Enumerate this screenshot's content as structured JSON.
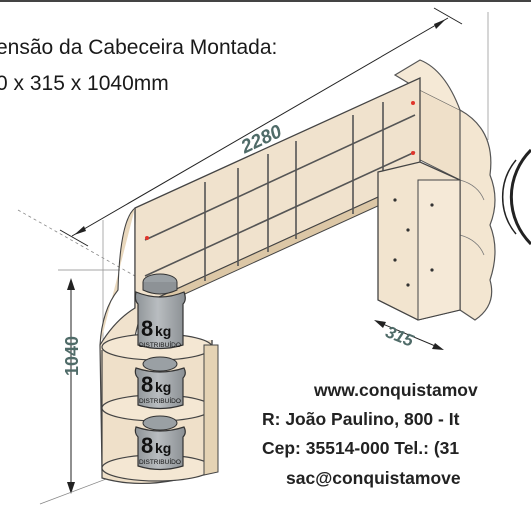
{
  "title": "ensão da Cabeceira Montada:",
  "dimensions_line": "0 x 315 x 1040mm",
  "measurements": {
    "length": "2280",
    "depth": "315",
    "height": "1040"
  },
  "weights": [
    {
      "value": "8",
      "unit": "kg",
      "note": "DISTRIBUÍDO"
    },
    {
      "value": "8",
      "unit": "kg",
      "note": "DISTRIBUÍDO"
    },
    {
      "value": "8",
      "unit": "kg",
      "note": "DISTRIBUÍDO"
    }
  ],
  "contact": [
    "www.conquistamov",
    "R: João Paulino, 800 - It",
    "Cep: 35514-000 Tel.: (31",
    "sac@conquistamove"
  ],
  "colors": {
    "wood": "#f0e2cd",
    "wood_edge": "#dcc7a6",
    "outline": "#3a3a3a",
    "weight": "#a9adb0",
    "weight_dark": "#7d8286",
    "dimension_text": "#4f6b68",
    "accent_dot": "#e0352b"
  }
}
